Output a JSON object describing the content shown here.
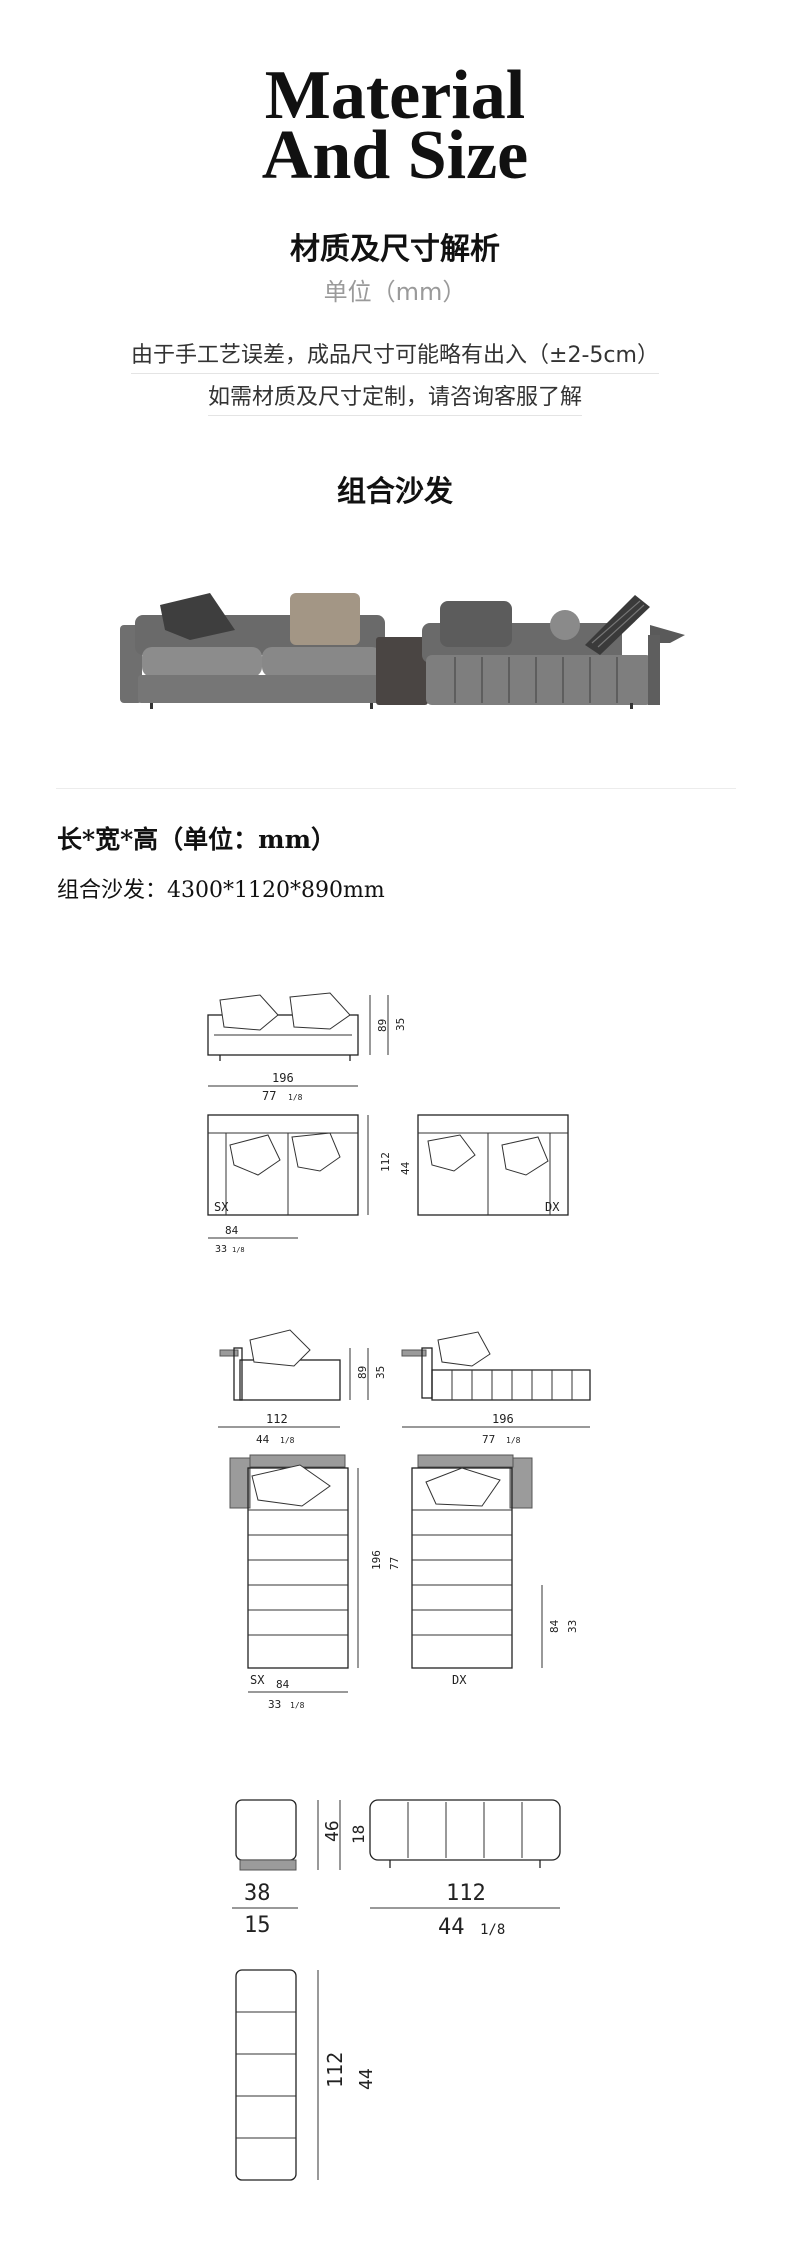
{
  "header": {
    "title_line1": "Material",
    "title_line2": "And Size",
    "subtitle": "材质及尺寸解析",
    "unit": "单位（mm）",
    "note_line1": "由于手工艺误差，成品尺寸可能略有出入（±2-5cm）",
    "note_line2": "如需材质及尺寸定制，请咨询客服了解"
  },
  "section": {
    "title": "组合沙发"
  },
  "dimensions": {
    "heading": "长*宽*高（单位：mm）",
    "line": "组合沙发：4300*1120*890mm"
  },
  "drawings": {
    "sofa_top": {
      "width": "196",
      "width_in": "77",
      "height": "89",
      "height_in": "35",
      "depth": "112",
      "depth_in": "44",
      "seat": "84",
      "seat_in": "33",
      "frac": "1/8",
      "left_tag": "SX",
      "right_tag": "DX"
    },
    "chaise": {
      "height": "89",
      "height_in": "35",
      "width": "112",
      "width_in": "44",
      "length": "196",
      "length_in": "77",
      "length2": "196",
      "length2_in": "77",
      "seat": "84",
      "seat_in": "33",
      "side": "84",
      "side_in": "33",
      "frac": "1/8",
      "left_tag": "SX",
      "right_tag": "DX"
    },
    "ottoman": {
      "width": "38",
      "width_in": "15",
      "height": "46",
      "height_in": "18",
      "bench_w": "112",
      "bench_w_in": "44",
      "stack_h": "112",
      "stack_h_in": "44",
      "frac": "1/8"
    }
  },
  "colors": {
    "sofa_grey": "#7b7b7b",
    "sofa_dark": "#4a4543",
    "pillow_tan": "#a39685",
    "arm_panel": "#9b9b9b"
  }
}
